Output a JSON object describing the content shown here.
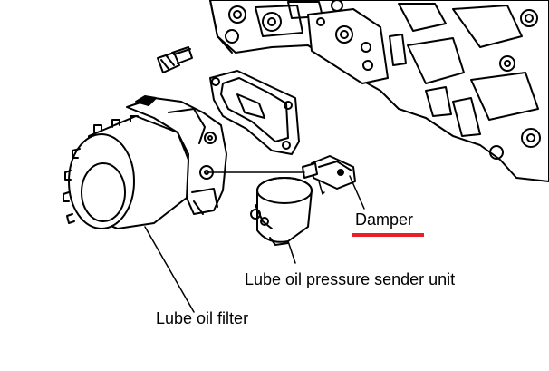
{
  "labels": {
    "damper": "Damper",
    "sender_unit": "Lube oil pressure sender unit",
    "oil_filter": "Lube oil filter"
  },
  "colors": {
    "ink": "#000000",
    "highlight": "#e8202a",
    "paper": "#ffffff"
  }
}
